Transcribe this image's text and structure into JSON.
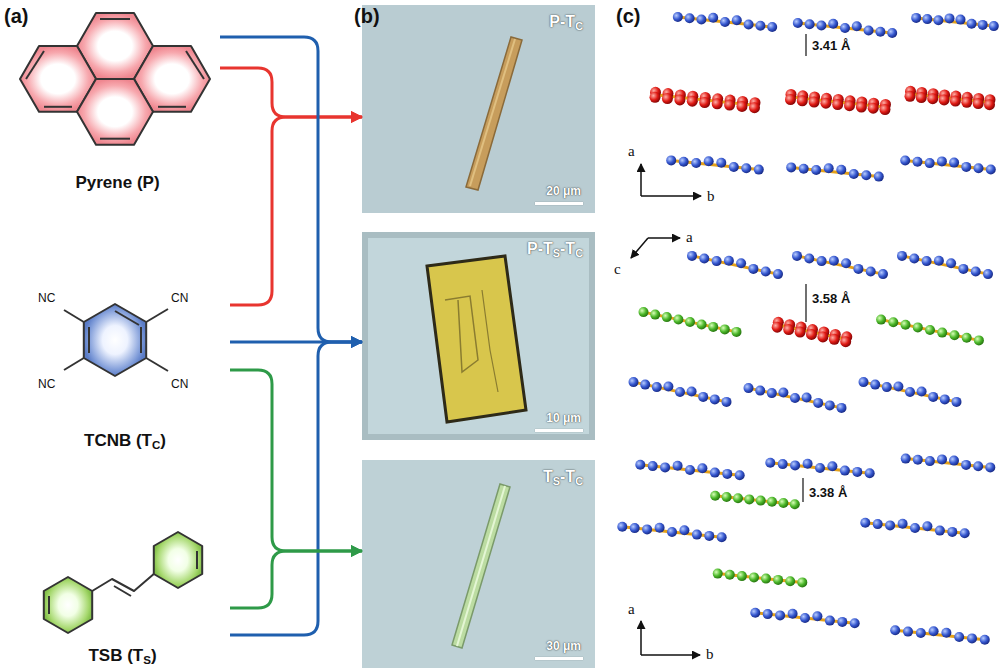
{
  "diagram": {
    "nodes": [
      {
        "text": [
          "Pyrene (P)"
        ]
      },
      {
        "text": [
          "TCNB (TC)"
        ]
      },
      {
        "text": [
          "TSB (TS)"
        ]
      },
      {
        "text": [
          "P-TC",
          "20 μm"
        ]
      },
      {
        "text": [
          "P-TS-TC",
          "10 μm"
        ]
      },
      {
        "text": [
          "TS-TC",
          "30 μm"
        ]
      }
    ],
    "edges": [
      {
        "from": 0,
        "to": 3,
        "arrow": "to"
      },
      {
        "from": 1,
        "to": 3,
        "arrow": "to"
      },
      {
        "from": 0,
        "to": 4,
        "arrow": "to"
      },
      {
        "from": 1,
        "to": 4,
        "arrow": "to"
      },
      {
        "from": 2,
        "to": 4,
        "arrow": "to"
      },
      {
        "from": 1,
        "to": 5,
        "arrow": "to"
      },
      {
        "from": 2,
        "to": 5,
        "arrow": "to"
      }
    ],
    "labels": [
      "(a)",
      "(b)",
      "(c)",
      "NC",
      "CN",
      "NC",
      "CN",
      "3.41 Å",
      "a",
      "b",
      "a",
      "c",
      "3.58 Å",
      "3.38 Å",
      "a",
      "b"
    ]
  }
}
